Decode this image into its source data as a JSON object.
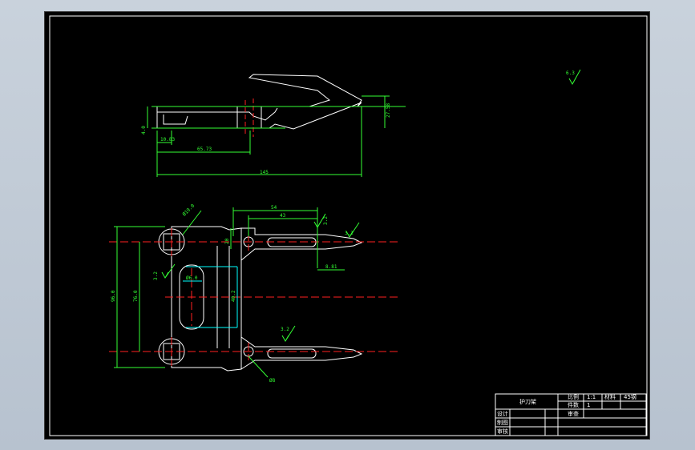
{
  "colors": {
    "background": "#000000",
    "outline": "#ffffff",
    "center_line": "#ff2020",
    "dimension": "#33ff33",
    "highlight": "#00ffff",
    "frame_outer": "#c9d2dc"
  },
  "roughness_marks": {
    "top_right": "6.3",
    "hole_left": "3.2",
    "tip_right": "3.2",
    "front_upper": "3.2",
    "front_lower": "3.2"
  },
  "dimensions": {
    "front_view": {
      "overall_length": "145",
      "mid_length": "65.73",
      "left_small": "10.83",
      "left_height": "4.0",
      "right_height": "27.58"
    },
    "top_view": {
      "hole_dia_top": "Ø19.0",
      "top_width": "54",
      "inner_width": "43",
      "arm_height": "20",
      "tip_offset": "8.81",
      "left_overall": "96.0",
      "left_inner": "76.0",
      "slot_width": "Ø6.0",
      "slot_height": "40.2",
      "bottom_hole": "Ø8"
    }
  },
  "title_block": {
    "part_name": "护刀架",
    "scale_label": "比例",
    "scale_value": "1:1",
    "material_label": "材料",
    "material_value": "45钢",
    "quantity_label": "件数",
    "quantity_value": "1",
    "design_label": "设计",
    "drawing_label": "制图",
    "check_label": "审核",
    "review_label": "审查"
  }
}
